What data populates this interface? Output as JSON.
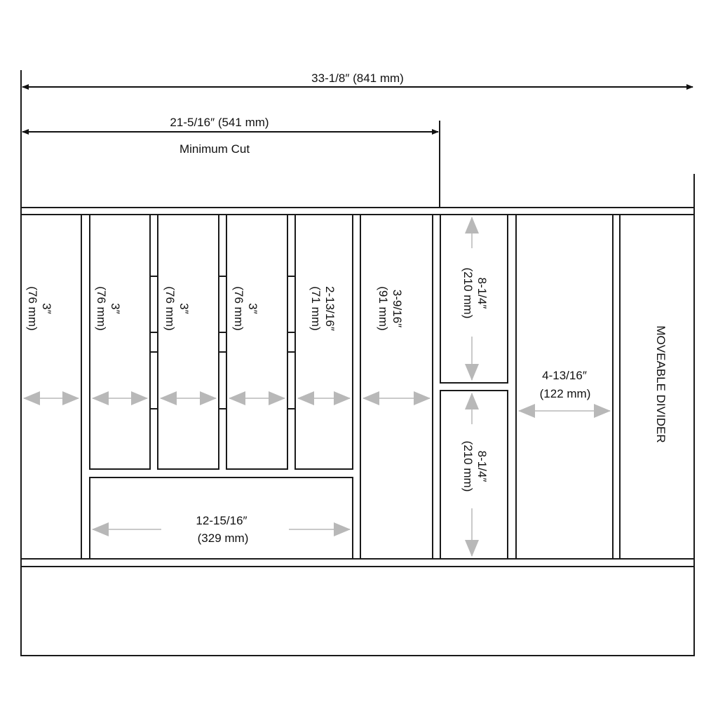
{
  "overall": {
    "label": "33-1/8″ (841 mm)"
  },
  "minimum": {
    "label": "21-5/16″ (541 mm)",
    "caption": "Minimum Cut"
  },
  "compartments": [
    {
      "inch": "3″",
      "mm": "(76 mm)"
    },
    {
      "inch": "3″",
      "mm": "(76 mm)"
    },
    {
      "inch": "3″",
      "mm": "(76 mm)"
    },
    {
      "inch": "3″",
      "mm": "(76 mm)"
    },
    {
      "inch": "2-13/16″",
      "mm": "(71 mm)"
    },
    {
      "inch": "3-9/16″",
      "mm": "(91 mm)"
    }
  ],
  "wide": {
    "inch": "12-15/16″",
    "mm": "(329 mm)"
  },
  "tall_top": {
    "inch": "8-1/4″",
    "mm": "(210 mm)"
  },
  "tall_bottom": {
    "inch": "8-1/4″",
    "mm": "(210 mm)"
  },
  "right": {
    "inch": "4-13/16″",
    "mm": "(122 mm)"
  },
  "divider": {
    "label": "MOVEABLE DIVIDER"
  },
  "colors": {
    "line": "#1a1a1a",
    "arrow": "#b8b8b8"
  }
}
